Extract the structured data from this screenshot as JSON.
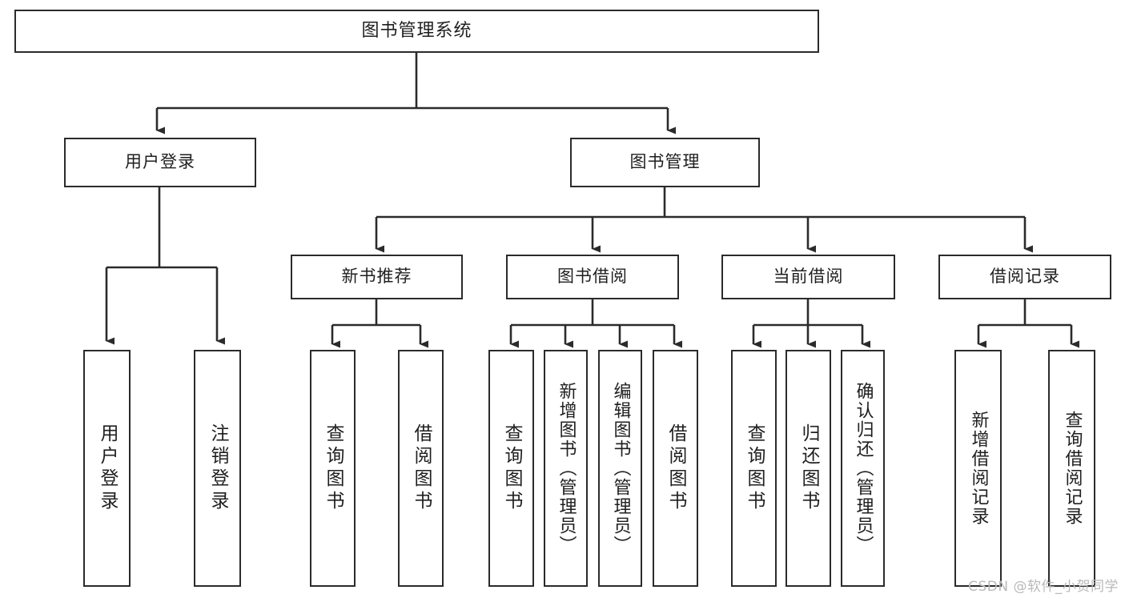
{
  "diagram": {
    "title": "图书管理系统",
    "type": "tree",
    "orientation": "top-down",
    "colors": {
      "box_border": "#2b2b2b",
      "box_fill": "#ffffff",
      "edge": "#2b2b2b",
      "text": "#1f1f1f",
      "watermark": "#b9b9b9"
    },
    "root": {
      "id": "root",
      "label": "图书管理系统"
    },
    "level2": [
      {
        "id": "n-user-login",
        "label": "用户登录"
      },
      {
        "id": "n-book-manage",
        "label": "图书管理"
      }
    ],
    "level3": [
      {
        "id": "n-new-book-rec",
        "label": "新书推荐",
        "parent": "n-book-manage"
      },
      {
        "id": "n-book-borrow",
        "label": "图书借阅",
        "parent": "n-book-manage"
      },
      {
        "id": "n-current-borrow",
        "label": "当前借阅",
        "parent": "n-book-manage"
      },
      {
        "id": "n-borrow-record",
        "label": "借阅记录",
        "parent": "n-book-manage"
      }
    ],
    "leaves": [
      {
        "id": "leaf-user-login",
        "label": "用户登录",
        "parent": "n-user-login"
      },
      {
        "id": "leaf-user-logout",
        "label": "注销登录",
        "parent": "n-user-login"
      },
      {
        "id": "leaf-query-book-1",
        "label": "查询图书",
        "parent": "n-new-book-rec"
      },
      {
        "id": "leaf-borrow-book-1",
        "label": "借阅图书",
        "parent": "n-new-book-rec"
      },
      {
        "id": "leaf-query-book-2",
        "label": "查询图书",
        "parent": "n-book-borrow"
      },
      {
        "id": "leaf-add-book",
        "label": "新增图书（管理员）",
        "parent": "n-book-borrow"
      },
      {
        "id": "leaf-edit-book",
        "label": "编辑图书（管理员）",
        "parent": "n-book-borrow"
      },
      {
        "id": "leaf-borrow-book-2",
        "label": "借阅图书",
        "parent": "n-book-borrow"
      },
      {
        "id": "leaf-query-book-3",
        "label": "查询图书",
        "parent": "n-current-borrow"
      },
      {
        "id": "leaf-return-book",
        "label": "归还图书",
        "parent": "n-current-borrow"
      },
      {
        "id": "leaf-confirm-return",
        "label": "确认归还（管理员）",
        "parent": "n-current-borrow"
      },
      {
        "id": "leaf-add-record",
        "label": "新增借阅记录",
        "parent": "n-borrow-record"
      },
      {
        "id": "leaf-query-record",
        "label": "查询借阅记录",
        "parent": "n-borrow-record"
      }
    ],
    "watermark": "CSDN @软件_小贺同学"
  }
}
